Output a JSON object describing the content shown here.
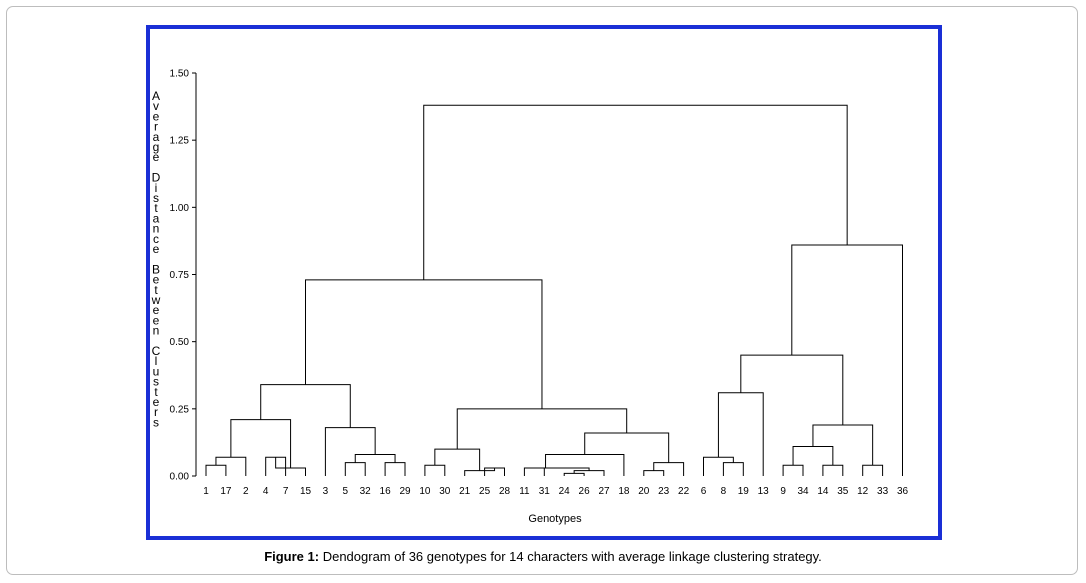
{
  "caption": {
    "prefix": "Figure 1:",
    "text": " Dendogram of 36 genotypes for 14 characters with average linkage clustering strategy."
  },
  "colors": {
    "frame": "#1a2fd6",
    "line": "#000000"
  },
  "chart_data": {
    "type": "dendrogram",
    "title": "",
    "xlabel": "Genotypes",
    "ylabel": "Average Distance Between Clusters",
    "ylim": [
      0,
      1.5
    ],
    "yticks": [
      "0.00",
      "0.25",
      "0.50",
      "0.75",
      "1.00",
      "1.25",
      "1.50"
    ],
    "grid": false,
    "leaves": [
      "1",
      "17",
      "2",
      "4",
      "7",
      "15",
      "3",
      "5",
      "32",
      "16",
      "29",
      "10",
      "30",
      "21",
      "25",
      "28",
      "11",
      "31",
      "24",
      "26",
      "27",
      "18",
      "20",
      "23",
      "22",
      "6",
      "8",
      "19",
      "13",
      "9",
      "34",
      "14",
      "35",
      "12",
      "33",
      "36"
    ],
    "merges": [
      {
        "left": "L0",
        "right": "L1",
        "height": 0.04
      },
      {
        "left": "N0",
        "right": "L2",
        "height": 0.07
      },
      {
        "left": "L3",
        "right": "L4",
        "height": 0.07
      },
      {
        "left": "N2",
        "right": "L5",
        "height": 0.03
      },
      {
        "left": "N1",
        "right": "N3",
        "height": 0.21
      },
      {
        "left": "L7",
        "right": "L8",
        "height": 0.05
      },
      {
        "left": "L9",
        "right": "L10",
        "height": 0.05
      },
      {
        "left": "N5",
        "right": "N6",
        "height": 0.08
      },
      {
        "left": "L6",
        "right": "N7",
        "height": 0.18
      },
      {
        "left": "N4",
        "right": "N8",
        "height": 0.34
      },
      {
        "left": "L11",
        "right": "L12",
        "height": 0.04
      },
      {
        "left": "L14",
        "right": "L15",
        "height": 0.03
      },
      {
        "left": "L13",
        "right": "N11",
        "height": 0.02
      },
      {
        "left": "N10",
        "right": "N12",
        "height": 0.1
      },
      {
        "left": "L18",
        "right": "L19",
        "height": 0.01
      },
      {
        "left": "N14",
        "right": "L20",
        "height": 0.02
      },
      {
        "left": "L17",
        "right": "N15",
        "height": 0.03
      },
      {
        "left": "L16",
        "right": "N16",
        "height": 0.03
      },
      {
        "left": "N17",
        "right": "L21",
        "height": 0.08
      },
      {
        "left": "L22",
        "right": "L23",
        "height": 0.02
      },
      {
        "left": "N19",
        "right": "L24",
        "height": 0.05
      },
      {
        "left": "N18",
        "right": "N20",
        "height": 0.16
      },
      {
        "left": "N13",
        "right": "N21",
        "height": 0.25
      },
      {
        "left": "N9",
        "right": "N22",
        "height": 0.73
      },
      {
        "left": "L26",
        "right": "L27",
        "height": 0.05
      },
      {
        "left": "L25",
        "right": "N24",
        "height": 0.07
      },
      {
        "left": "N25",
        "right": "L28",
        "height": 0.31
      },
      {
        "left": "L29",
        "right": "L30",
        "height": 0.04
      },
      {
        "left": "L31",
        "right": "L32",
        "height": 0.04
      },
      {
        "left": "N27",
        "right": "N28",
        "height": 0.11
      },
      {
        "left": "L33",
        "right": "L34",
        "height": 0.04
      },
      {
        "left": "N29",
        "right": "N30",
        "height": 0.19
      },
      {
        "left": "N26",
        "right": "N31",
        "height": 0.45
      },
      {
        "left": "N32",
        "right": "L35",
        "height": 0.86
      },
      {
        "left": "N23",
        "right": "N33",
        "height": 1.38
      }
    ]
  }
}
